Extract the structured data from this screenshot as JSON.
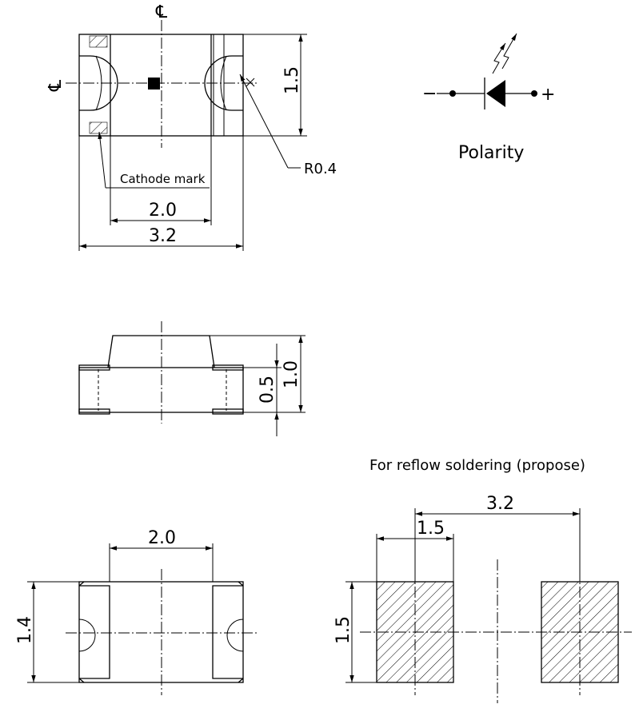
{
  "top_view": {
    "centerline_mark_v": "℄",
    "centerline_mark_h": "℄",
    "dim_height": "1.5",
    "dim_inner_width": "2.0",
    "dim_outer_width": "3.2",
    "radius_label": "R0.4",
    "cathode_label": "Cathode mark"
  },
  "polarity": {
    "label": "Polarity",
    "minus": "−",
    "plus": "+"
  },
  "side_view": {
    "dim_body": "0.5",
    "dim_total": "1.0"
  },
  "bottom_view": {
    "dim_width": "2.0",
    "dim_height": "1.4"
  },
  "solder_pads": {
    "title": "For reflow soldering (propose)",
    "dim_pitch": "3.2",
    "dim_pad_width": "1.5",
    "dim_pad_height": "1.5"
  }
}
